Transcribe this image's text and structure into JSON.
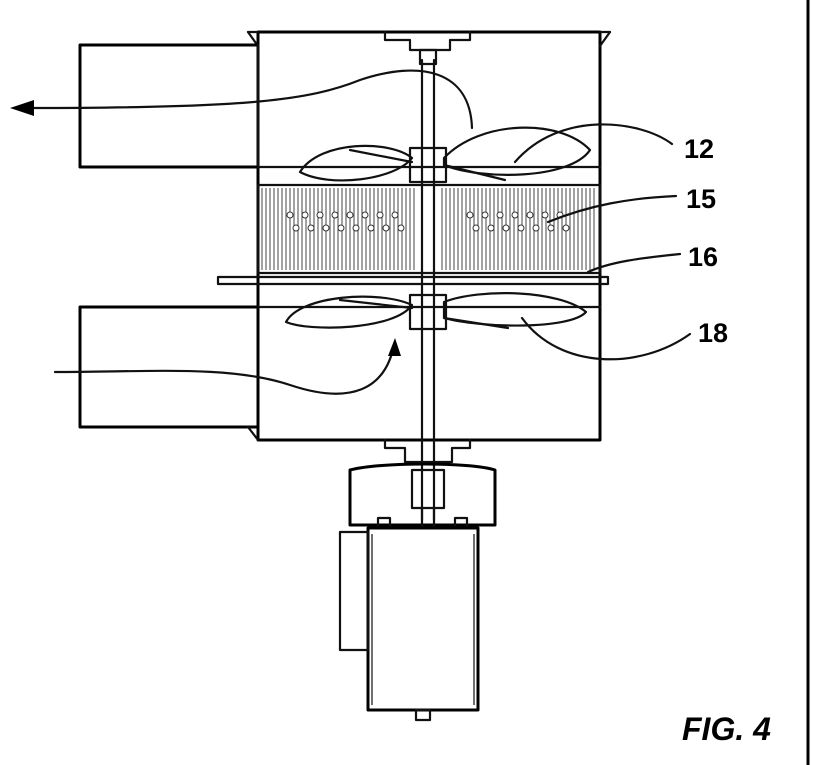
{
  "figure": {
    "caption": "FIG. 4",
    "labels": [
      {
        "id": "12",
        "text": "12"
      },
      {
        "id": "15",
        "text": "15"
      },
      {
        "id": "16",
        "text": "16"
      },
      {
        "id": "18",
        "text": "18"
      }
    ],
    "colors": {
      "ink": "#000000",
      "paper": "#ffffff"
    }
  }
}
